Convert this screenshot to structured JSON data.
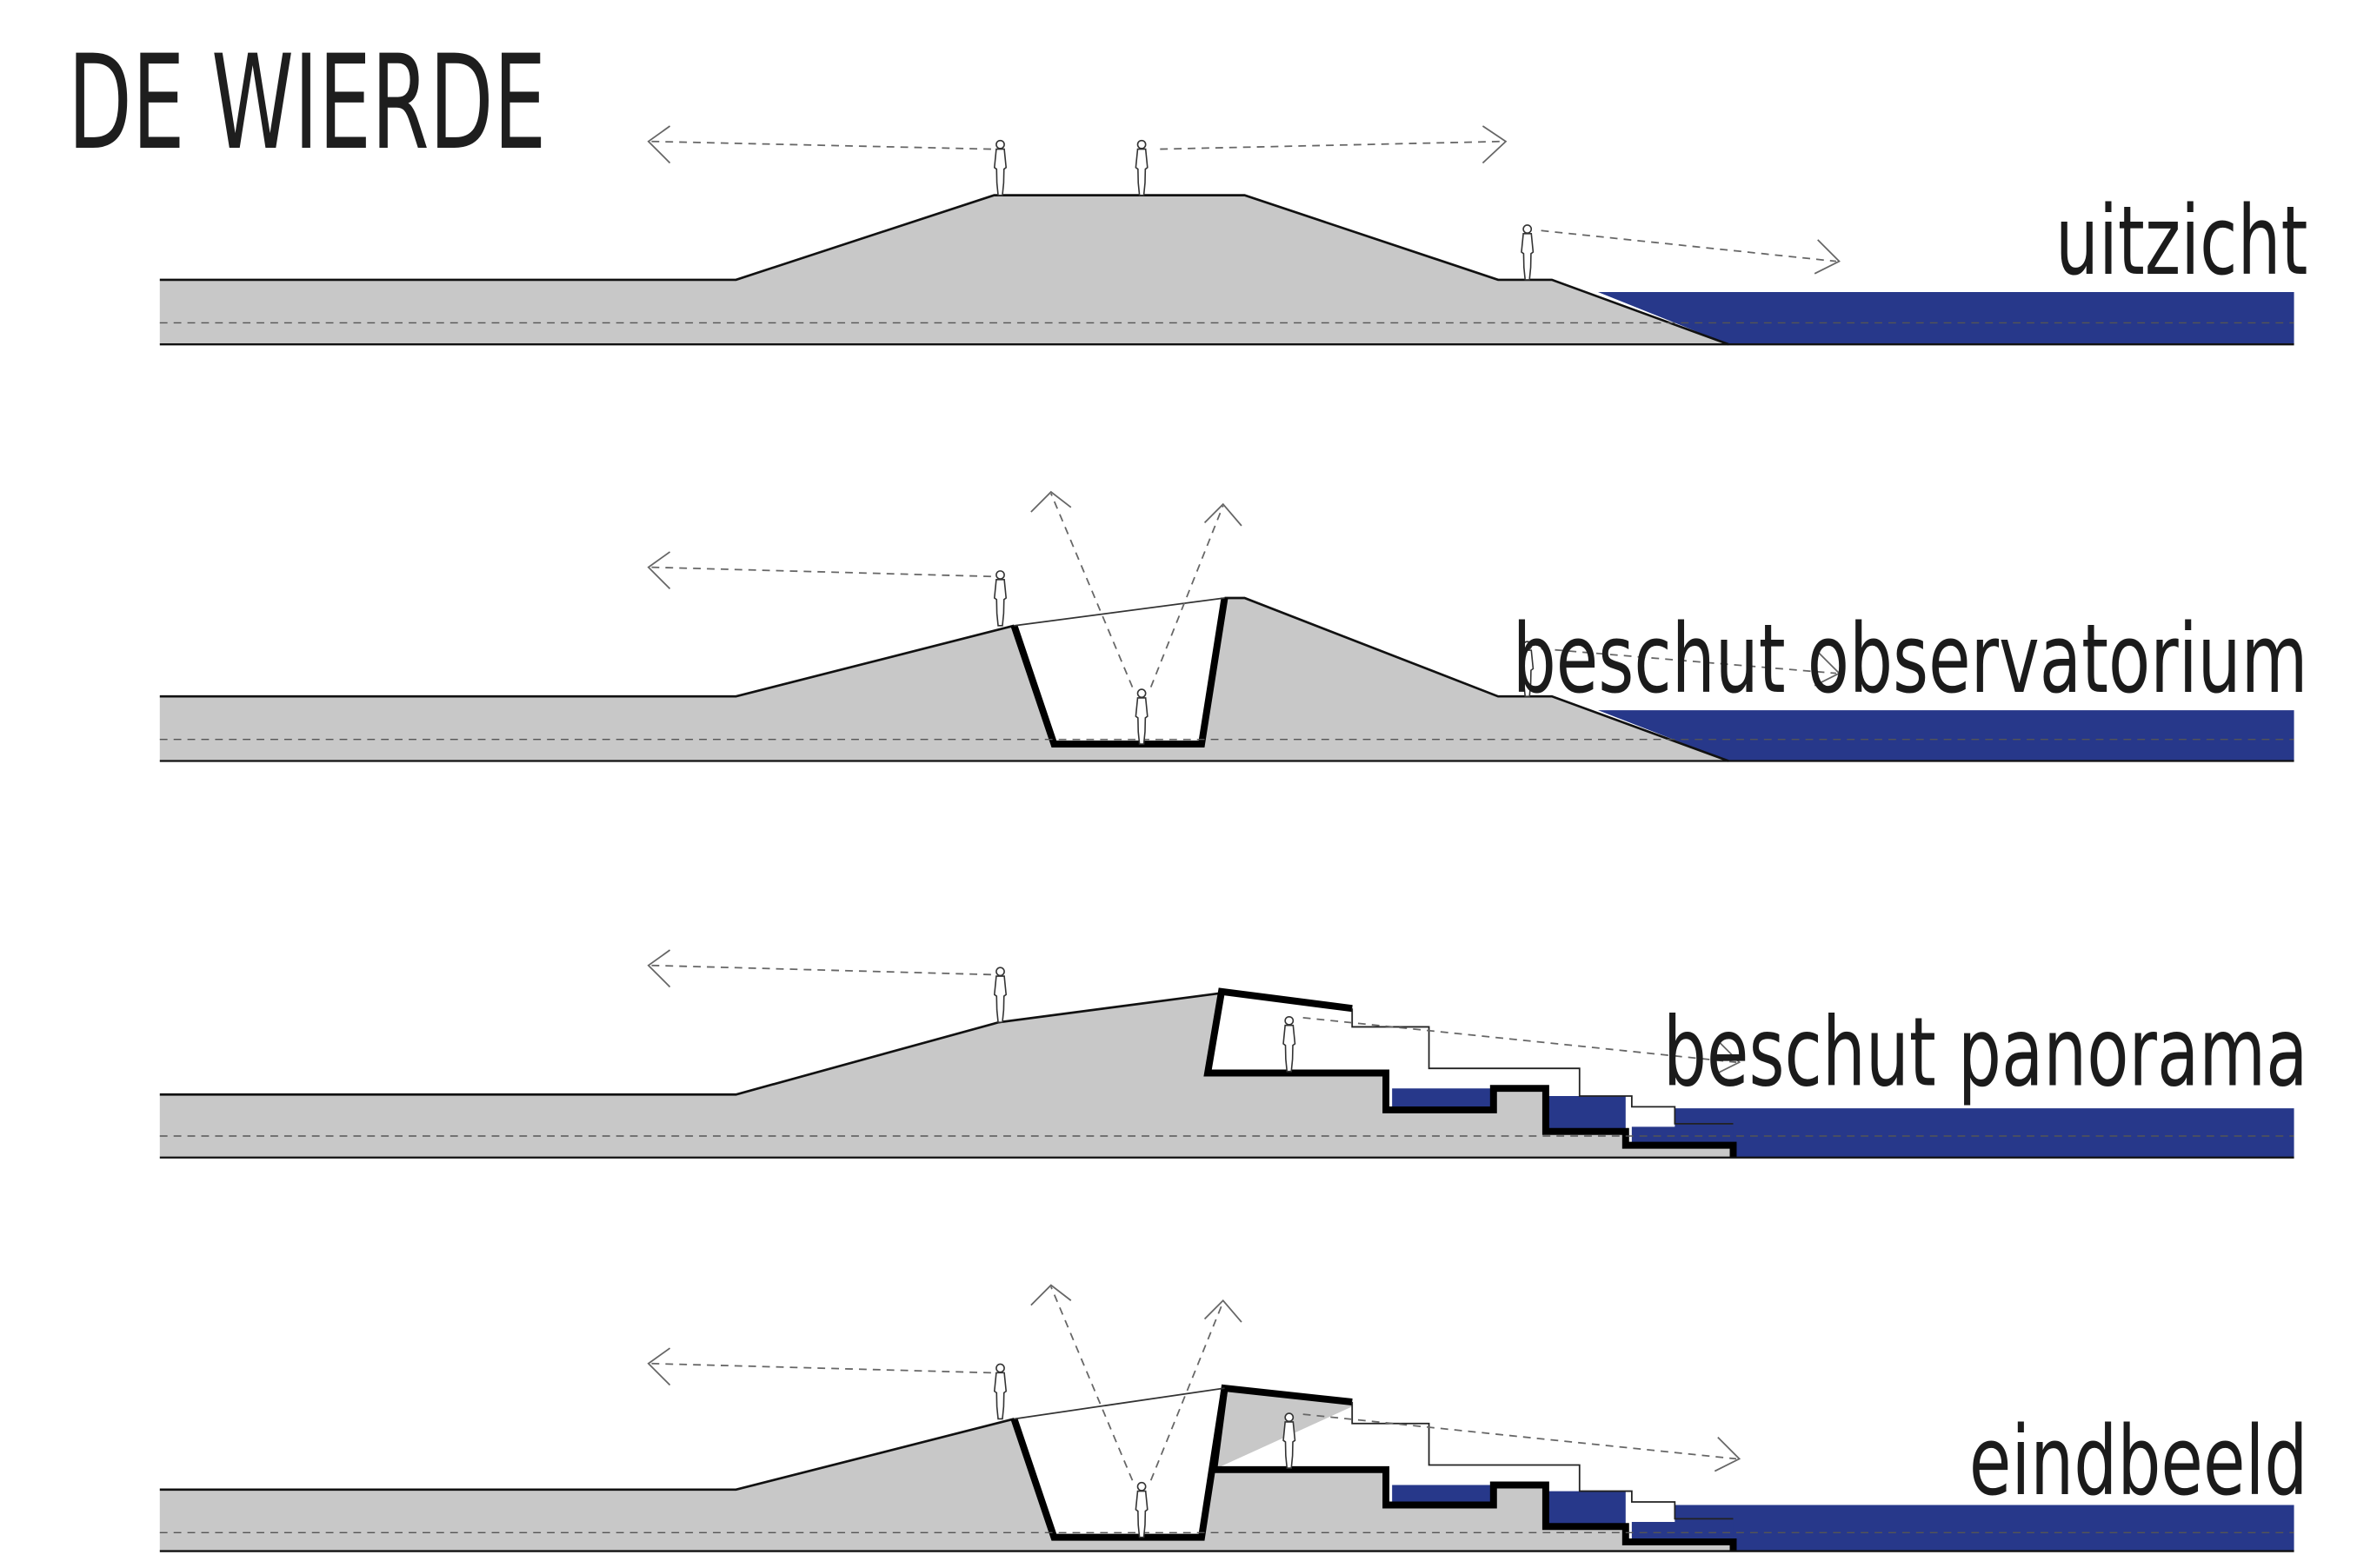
{
  "title": "DE WIERDE",
  "colors": {
    "ground": "#c8c8c8",
    "water": "#27388a",
    "line": "#111111",
    "sightline": "#666666"
  },
  "sections": [
    {
      "id": "uitzicht",
      "label": "uitzicht"
    },
    {
      "id": "beschut-observatorium",
      "label": "beschut observatorium"
    },
    {
      "id": "beschut-panorama",
      "label": "beschut panorama"
    },
    {
      "id": "eindbeeld",
      "label": "eindbeeld"
    }
  ]
}
